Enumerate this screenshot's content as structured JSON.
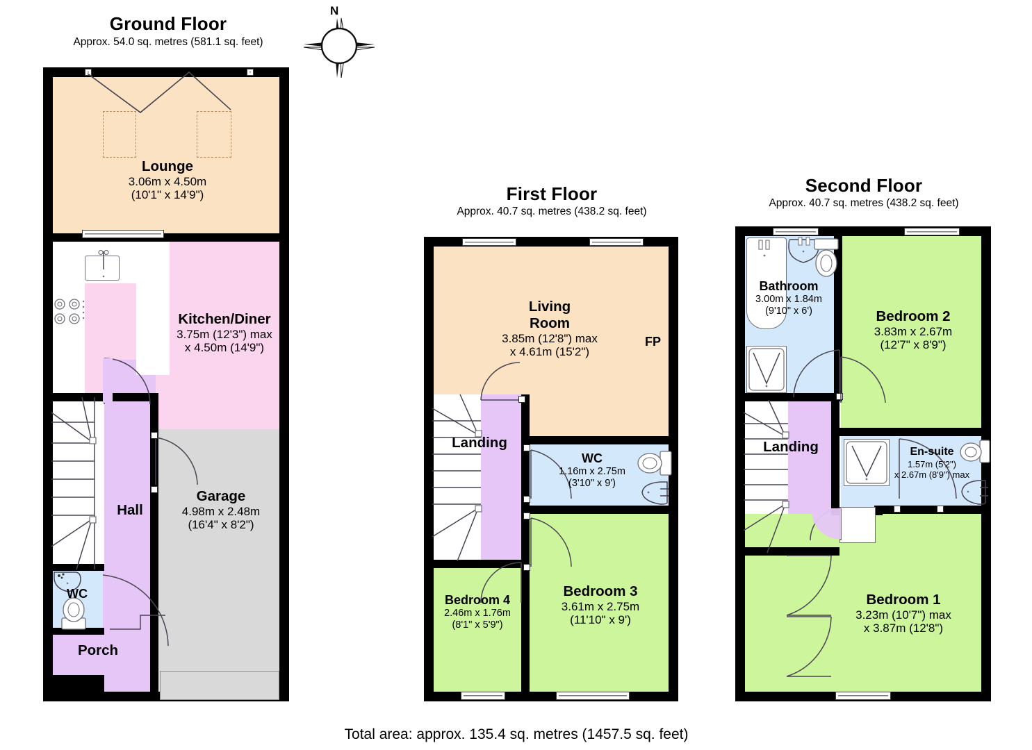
{
  "document": {
    "total_area": "Total area: approx. 135.4 sq. metres (1457.5 sq. feet)",
    "compass_north_label": "N"
  },
  "colors": {
    "lounge_peach": "#FAE2C3",
    "kitchen_pink": "#FBD5ED",
    "bedroom_green": "#CDF59B",
    "bathroom_blue": "#D3E8FA",
    "hall_purple": "#E5C6F7",
    "garage_grey": "#D9D9D9",
    "wall_black": "#000000",
    "fixture_outline": "#6F6F7A"
  },
  "floors": [
    {
      "id": "ground",
      "title": "Ground Floor",
      "subtitle": "Approx. 54.0 sq. metres (581.1 sq. feet)",
      "rooms": [
        {
          "id": "lounge",
          "name": "Lounge",
          "dim_metric": "3.06m x 4.50m",
          "dim_imperial": "(10'1\" x 14'9\")",
          "color": "#FAE2C3"
        },
        {
          "id": "kitchen-diner",
          "name": "Kitchen/Diner",
          "dim_metric": "3.75m (12'3\") max",
          "dim_imperial": "x 4.50m (14'9\")",
          "color": "#FBD5ED"
        },
        {
          "id": "garage",
          "name": "Garage",
          "dim_metric": "4.98m x 2.48m",
          "dim_imperial": "(16'4\" x 8'2\")",
          "color": "#D9D9D9"
        },
        {
          "id": "hall",
          "name": "Hall",
          "dim_metric": "",
          "dim_imperial": "",
          "color": "#E5C6F7"
        },
        {
          "id": "wc",
          "name": "WC",
          "dim_metric": "",
          "dim_imperial": "",
          "color": "#D3E8FA"
        },
        {
          "id": "porch",
          "name": "Porch",
          "dim_metric": "",
          "dim_imperial": "",
          "color": "#E5C6F7"
        }
      ]
    },
    {
      "id": "first",
      "title": "First Floor",
      "subtitle": "Approx. 40.7 sq. metres (438.2 sq. feet)",
      "rooms": [
        {
          "id": "living-room",
          "name_line1": "Living",
          "name_line2": "Room",
          "dim_metric": "3.85m (12'8\") max",
          "dim_imperial": "x 4.61m (15'2\")",
          "color": "#FAE2C3"
        },
        {
          "id": "fireplace",
          "name": "FP",
          "color": "#FAE2C3"
        },
        {
          "id": "landing",
          "name": "Landing",
          "color": "#E5C6F7"
        },
        {
          "id": "wc",
          "name": "WC",
          "dim_metric": "1.16m x 2.75m",
          "dim_imperial": "(3'10\" x 9')",
          "color": "#D3E8FA"
        },
        {
          "id": "bedroom-3",
          "name": "Bedroom 3",
          "dim_metric": "3.61m x 2.75m",
          "dim_imperial": "(11'10\" x 9')",
          "color": "#CDF59B"
        },
        {
          "id": "bedroom-4",
          "name": "Bedroom 4",
          "dim_metric": "2.46m x 1.76m",
          "dim_imperial": "(8'1\" x 5'9\")",
          "color": "#CDF59B"
        }
      ]
    },
    {
      "id": "second",
      "title": "Second Floor",
      "subtitle": "Approx. 40.7 sq. metres (438.2 sq. feet)",
      "rooms": [
        {
          "id": "bathroom",
          "name": "Bathroom",
          "dim_metric": "3.00m x 1.84m",
          "dim_imperial": "(9'10\" x 6')",
          "color": "#D3E8FA"
        },
        {
          "id": "bedroom-2",
          "name": "Bedroom 2",
          "dim_metric": "3.83m x 2.67m",
          "dim_imperial": "(12'7\" x 8'9\")",
          "color": "#CDF59B"
        },
        {
          "id": "landing",
          "name": "Landing",
          "color": "#E5C6F7"
        },
        {
          "id": "en-suite",
          "name": "En-suite",
          "dim_metric": "1.57m (5'2\")",
          "dim_imperial": "x 2.67m (8'9\") max",
          "color": "#D3E8FA"
        },
        {
          "id": "bedroom-1",
          "name": "Bedroom 1",
          "dim_metric": "3.23m (10'7\") max",
          "dim_imperial": "x 3.87m (12'8\")",
          "color": "#CDF59B"
        }
      ]
    }
  ]
}
